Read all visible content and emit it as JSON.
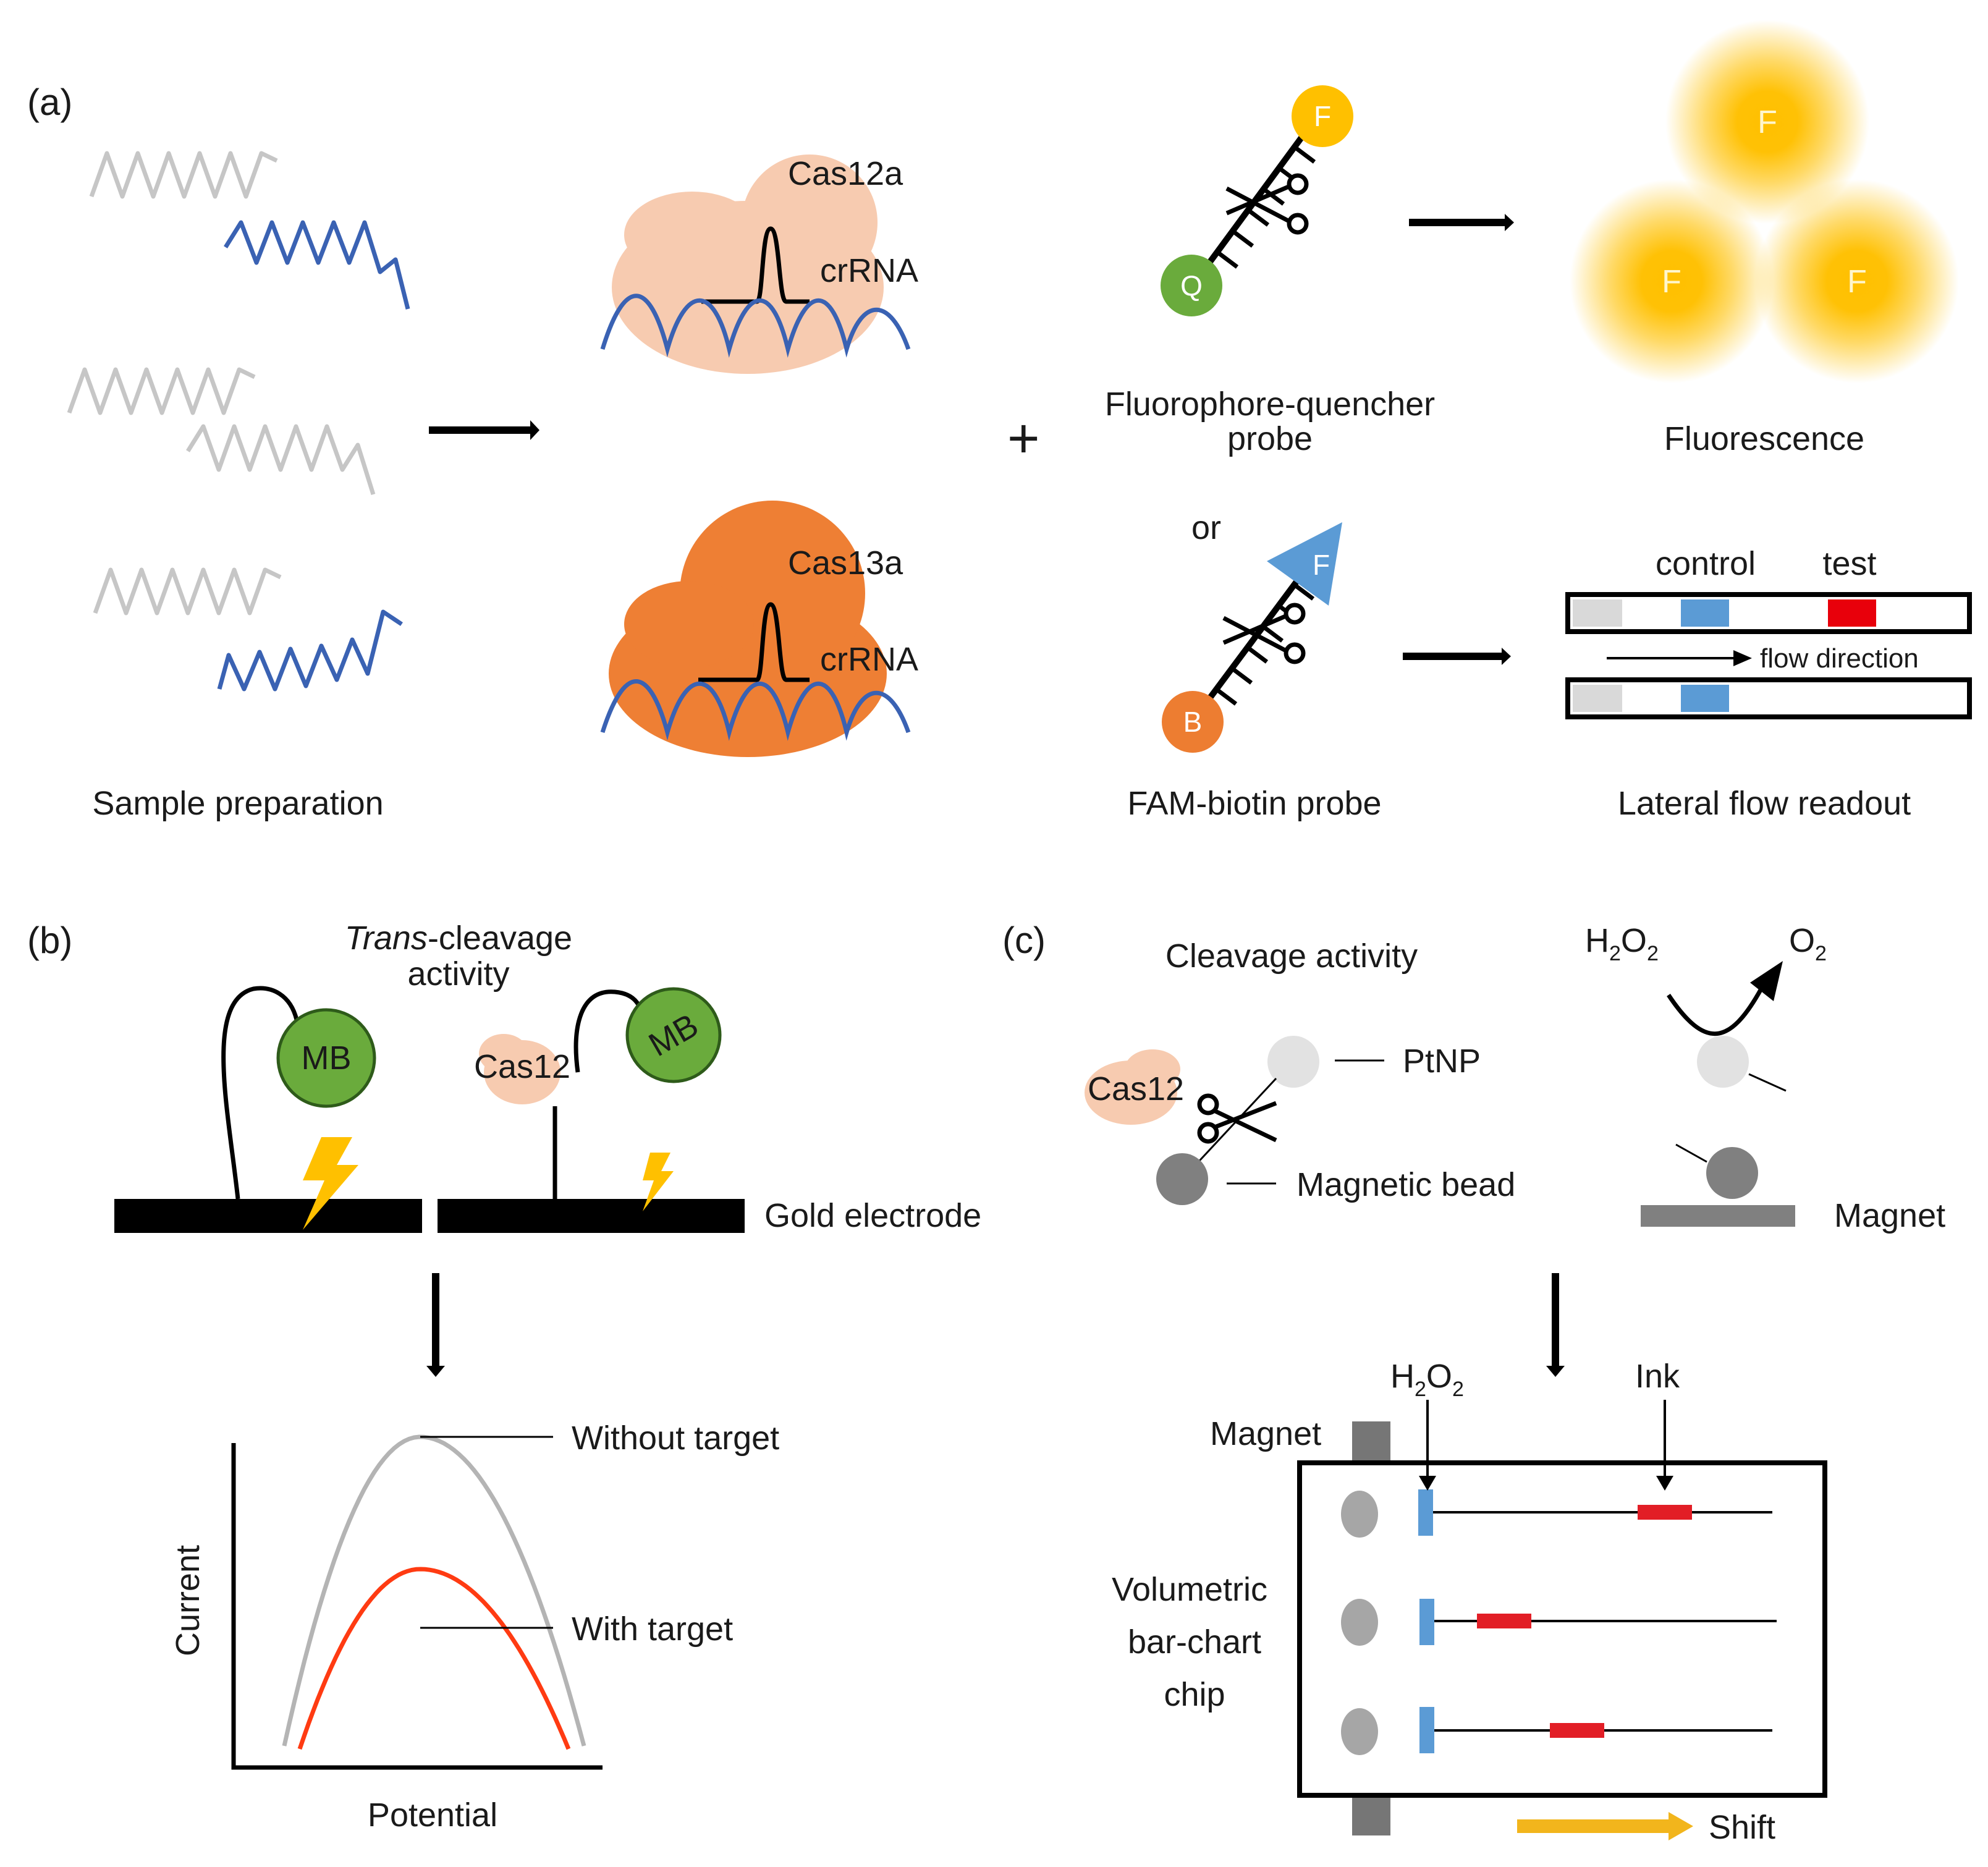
{
  "panels": {
    "a": {
      "panel_label": "(a)",
      "cas12a_label": "Cas12a",
      "crrna_label_top": "crRNA",
      "cas13a_label": "Cas13a",
      "crrna_label_bottom": "crRNA",
      "plus_sign": "+",
      "fluor_letter": "F",
      "quencher_letter": "Q",
      "fq_probe_line1": "Fluorophore-quencher",
      "fq_probe_line2": "probe",
      "or_label": "or",
      "fam_letter": "F",
      "biotin_letter": "B",
      "fam_biotin_probe_label": "FAM-biotin probe",
      "fluorescence_letter": "F",
      "fluorescence_label": "Fluorescence",
      "control_label": "control",
      "test_label": "test",
      "flow_direction_label": "flow direction",
      "sample_preparation_label": "Sample preparation",
      "lateral_flow_label": "Lateral flow readout"
    },
    "b": {
      "panel_label": "(b)",
      "trans_italic": "Trans",
      "trans_rest": "-cleavage",
      "activity_label": "activity",
      "mb_label": "MB",
      "cas12_label": "Cas12",
      "gold_electrode_label": "Gold electrode",
      "without_target_label": "Without target",
      "with_target_label": "With target",
      "y_axis_label": "Current",
      "x_axis_label": "Potential"
    },
    "c": {
      "panel_label": "(c)",
      "cleavage_activity_label": "Cleavage activity",
      "h2o2_H": "H",
      "h2o2_O": "O",
      "sub_2": "2",
      "o2_O": "O",
      "ptnp_label": "PtNP",
      "cas12_label": "Cas12",
      "magnetic_bead_label": "Magnetic bead",
      "magnet_label_top": "Magnet",
      "magnet_label_chip": "Magnet",
      "ink_label": "Ink",
      "chip_line1": "Volumetric",
      "chip_line2": "bar-chart",
      "chip_line3": "chip",
      "shift_label": "Shift"
    }
  },
  "colors": {
    "dna_blue": "#3a62b3",
    "dna_gray": "#c6c6c6",
    "cas12a_peach": "#f7cbb0",
    "cas13a_orange": "#ee7f34",
    "fluorophore_yellow": "#ffc000",
    "quencher_green": "#6aab3c",
    "fam_blue": "#5b9bd5",
    "biotin_orange": "#ed7d31",
    "control_band_blue": "#5b9bd5",
    "test_band_red": "#e8000b",
    "mb_green": "#6aab3c",
    "bolt_yellow": "#ffc000",
    "curve_gray": "#b4b4b4",
    "curve_red": "#ff3b12",
    "ptnp_gray": "#e2e2e2",
    "bead_gray": "#808080",
    "ink_red": "#e21e26",
    "shift_arrow_yellow": "#f2b51c"
  },
  "chart_data": {
    "type": "line",
    "title": "",
    "xlabel": "Potential",
    "ylabel": "Current",
    "series": [
      {
        "name": "Without target",
        "peak_relative": 1.0
      },
      {
        "name": "With target",
        "peak_relative": 0.6
      }
    ]
  }
}
